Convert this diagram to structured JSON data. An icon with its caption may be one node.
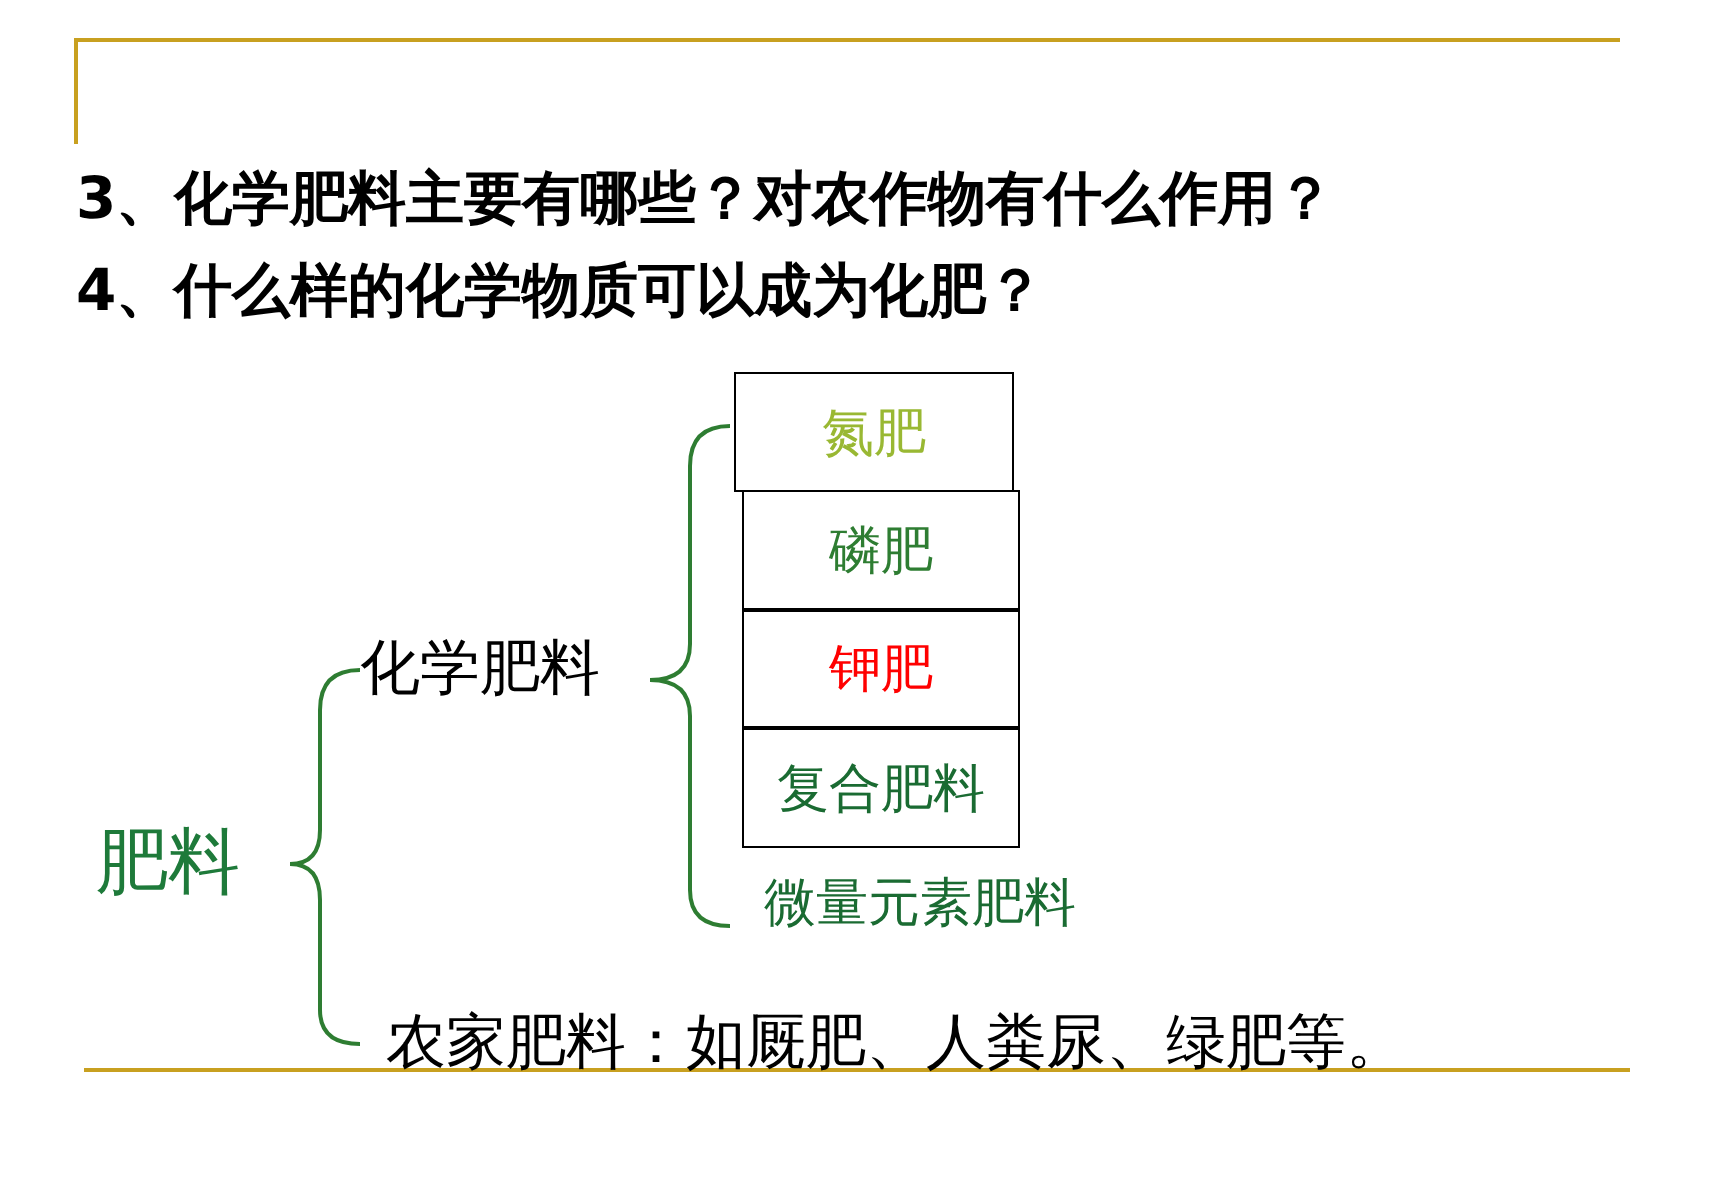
{
  "diagram": {
    "nodes": [
      {
        "text": [
          "肥料"
        ]
      },
      {
        "text": [
          "化学肥料"
        ]
      },
      {
        "text": [
          "氮肥"
        ]
      },
      {
        "text": [
          "磷肥"
        ]
      },
      {
        "text": [
          "钾肥"
        ]
      },
      {
        "text": [
          "复合肥料"
        ]
      },
      {
        "text": [
          "微量元素肥料"
        ]
      },
      {
        "text": [
          "农家肥料：如厩肥、人粪尿、绿肥等。"
        ]
      }
    ],
    "edges": [],
    "labels": [
      "3、化学肥料主要有哪些？对农作物有什么作用？",
      "4、什么样的化学物质可以成为化肥？"
    ]
  }
}
